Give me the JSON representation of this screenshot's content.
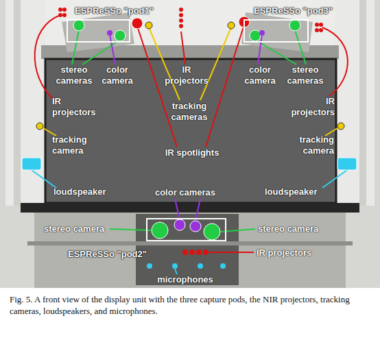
{
  "diagram": {
    "caption": "Fig. 5. A front view of the display unit with the three capture pods, the NIR projectors, tracking cameras, loudspeakers, and microphones.",
    "nodes": [
      {
        "text": [
          "ESPReSSo \"pod1\""
        ]
      },
      {
        "text": [
          "ESPReSSo \"pod3\""
        ]
      },
      {
        "text": [
          "ESPReSSo \"pod2\""
        ]
      }
    ],
    "labels": [
      "stereo cameras",
      "color camera",
      "IR projectors",
      "color camera",
      "stereo cameras",
      "IR projectors",
      "tracking cameras",
      "IR projectors",
      "tracking camera",
      "IR spotlights",
      "tracking camera",
      "loudspeaker",
      "color cameras",
      "loudspeaker",
      "stereo camera",
      "stereo camera",
      "IR projectors",
      "microphones"
    ]
  }
}
